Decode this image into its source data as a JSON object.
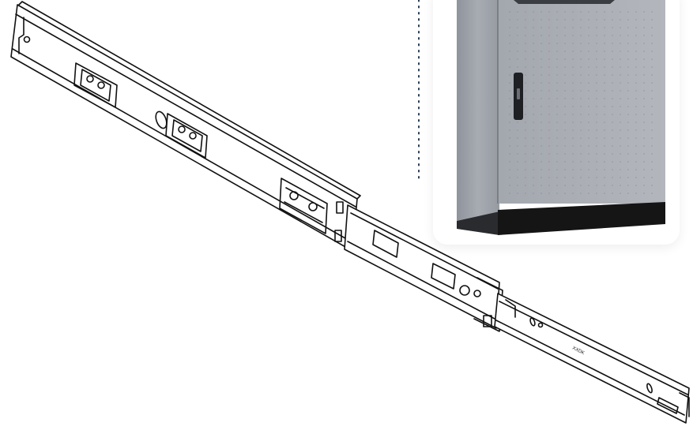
{
  "illustration": {
    "subject": "telescopic-drawer-slide",
    "callout": "electrical-cabinet",
    "slide_stamp": "XXDK"
  },
  "colors": {
    "line": "#111111",
    "cabinet_body": "#9ea2aa",
    "cabinet_door": "#a8acb3",
    "cabinet_plinth": "#151515",
    "leader_dots": "#2a3e52"
  }
}
